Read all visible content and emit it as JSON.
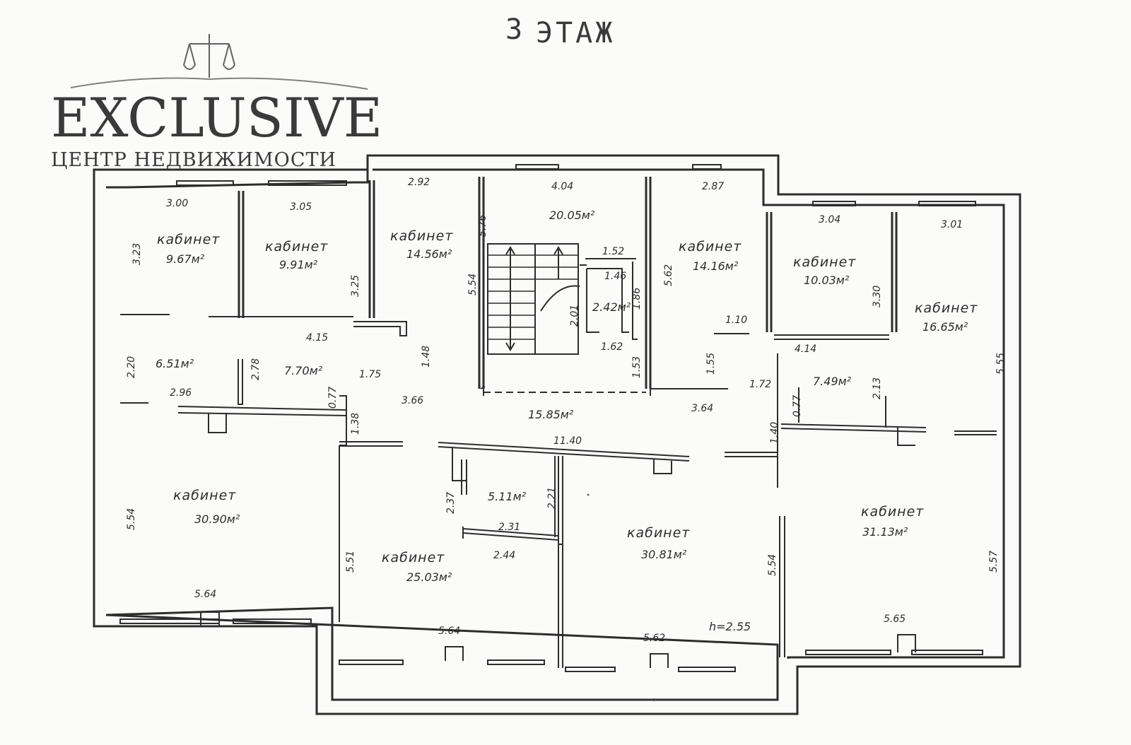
{
  "title": {
    "floor_number": "3",
    "floor_word": "ЭТАЖ"
  },
  "logo": {
    "name": "EXCLUSIVE",
    "tagline": "ЦЕНТР НЕДВИЖИМОСТИ"
  },
  "rooms": {
    "r1": {
      "label": "кабинет",
      "area": "9.67м²"
    },
    "r2": {
      "label": "кабинет",
      "area": "9.91м²"
    },
    "r3": {
      "label": "кабинет",
      "area": "14.56м²"
    },
    "r4": {
      "area": "20.05м²"
    },
    "r5": {
      "label": "кабинет",
      "area": "14.16м²"
    },
    "r6": {
      "label": "кабинет",
      "area": "10.03м²"
    },
    "r7": {
      "label": "кабинет",
      "area": "16.65м²"
    },
    "r8": {
      "label": "кабинет",
      "area": "30.90м²"
    },
    "r9": {
      "label": "кабинет",
      "area": "25.03м²"
    },
    "r10": {
      "label": "кабинет",
      "area": "30.81м²"
    },
    "r11": {
      "label": "кабинет",
      "area": "31.13м²"
    },
    "hall1": {
      "area": "6.51м²"
    },
    "hall2": {
      "area": "7.70м²"
    },
    "hall3": {
      "area": "15.85м²"
    },
    "hall4": {
      "area": "7.49м²"
    },
    "wc": {
      "area": "2.42м²"
    },
    "small": {
      "area": "5.11м²"
    }
  },
  "dims": {
    "d_300": "3.00",
    "d_305": "3.05",
    "d_292": "2.92",
    "d_404": "4.04",
    "d_287": "2.87",
    "d_304": "3.04",
    "d_301": "3.01",
    "d_323": "3.23",
    "d_325": "3.25",
    "d_576": "5.76",
    "d_554a": "5.54",
    "d_562": "5.62",
    "d_330": "3.30",
    "d_152": "1.52",
    "d_146": "1.46",
    "d_186": "1.86",
    "d_201": "2.01",
    "d_162": "1.62",
    "d_153": "1.53",
    "d_110": "1.10",
    "d_155": "1.55",
    "d_415": "4.15",
    "d_148": "1.48",
    "d_414": "4.14",
    "d_220": "2.20",
    "d_278": "2.78",
    "d_296": "2.96",
    "d_077a": "0.77",
    "d_175": "1.75",
    "d_366": "3.66",
    "d_364": "3.64",
    "d_172": "1.72",
    "d_077b": "0.77",
    "d_213": "2.13",
    "d_555": "5.55",
    "d_138": "1.38",
    "d_1140": "11.40",
    "d_140": "1.40",
    "d_237": "2.37",
    "d_221": "2.21",
    "d_231": "2.31",
    "d_244": "2.44",
    "d_554b": "5.54",
    "d_551": "5.51",
    "d_554c": "5.54",
    "d_557": "5.57",
    "d_564a": "5.64",
    "d_564b": "5.64",
    "d_562b": "5.62",
    "d_565": "5.65",
    "d_h": "h=2.55"
  }
}
